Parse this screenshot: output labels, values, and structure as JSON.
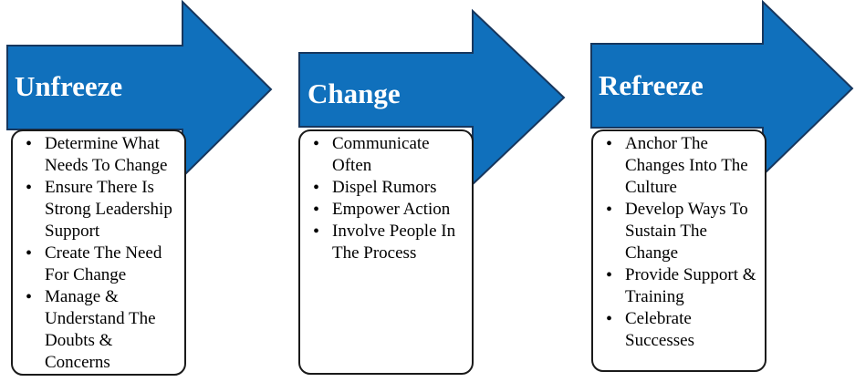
{
  "glyphs": {
    "bullet": "•"
  },
  "colors": {
    "arrow_fill": "#1070BC",
    "arrow_border": "#17375E",
    "title_text": "#FFFFFF",
    "box_border": "#1A1A1A",
    "box_fill": "#FFFFFF",
    "body_text": "#000000",
    "background": "#FFFFFF"
  },
  "stages": [
    {
      "title": "Unfreeze",
      "items": [
        "Determine What Needs To Change",
        "Ensure There Is Strong Leadership Support",
        "Create The Need For Change",
        "Manage & Understand The Doubts & Concerns"
      ]
    },
    {
      "title": "Change",
      "items": [
        "Communicate Often",
        "Dispel Rumors",
        "Empower Action",
        "Involve People In The Process"
      ]
    },
    {
      "title": "Refreeze",
      "items": [
        "Anchor The Changes Into The Culture",
        "Develop Ways To Sustain The Change",
        "Provide Support & Training",
        "Celebrate Successes"
      ]
    }
  ]
}
